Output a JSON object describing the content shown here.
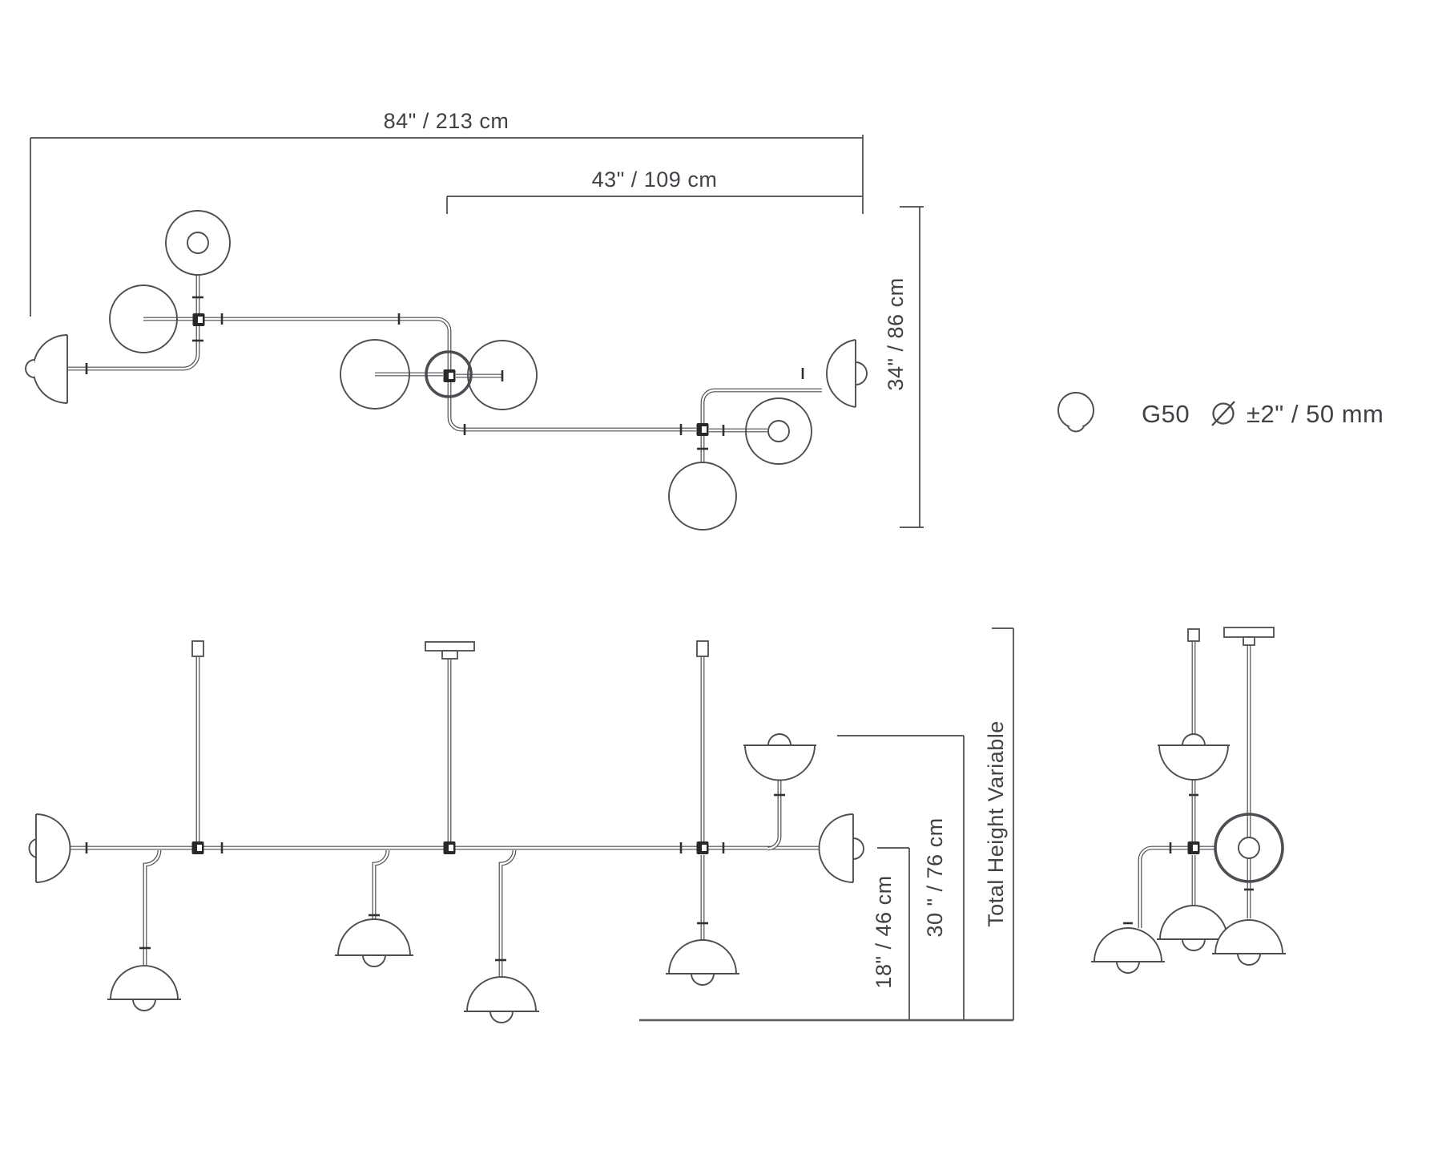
{
  "drawing": {
    "type": "lighting-fixture-technical-drawing",
    "views": [
      "top-plan-view",
      "front-elevation-view",
      "side-elevation-view"
    ]
  },
  "labels": {
    "top_width": "84\" / 213 cm",
    "top_partial_width": "43\" / 109 cm",
    "top_depth": "34\" / 86 cm",
    "front_min_drop": "18\" / 46 cm",
    "front_fixture_height": "30 \" / 76 cm",
    "front_total_height": "Total Height Variable"
  },
  "legend": {
    "bulb_type": "G50",
    "bulb_diameter_spec": "±2\" / 50 mm",
    "diameter_symbol_icon": "diameter-sign",
    "bulb_icon": "g50-globe-bulb"
  },
  "colors": {
    "background": "#ffffff",
    "line": "#4b4e52",
    "dimension_line": "#45494d",
    "text": "#3f4347",
    "joint_fill": "#26282a"
  }
}
